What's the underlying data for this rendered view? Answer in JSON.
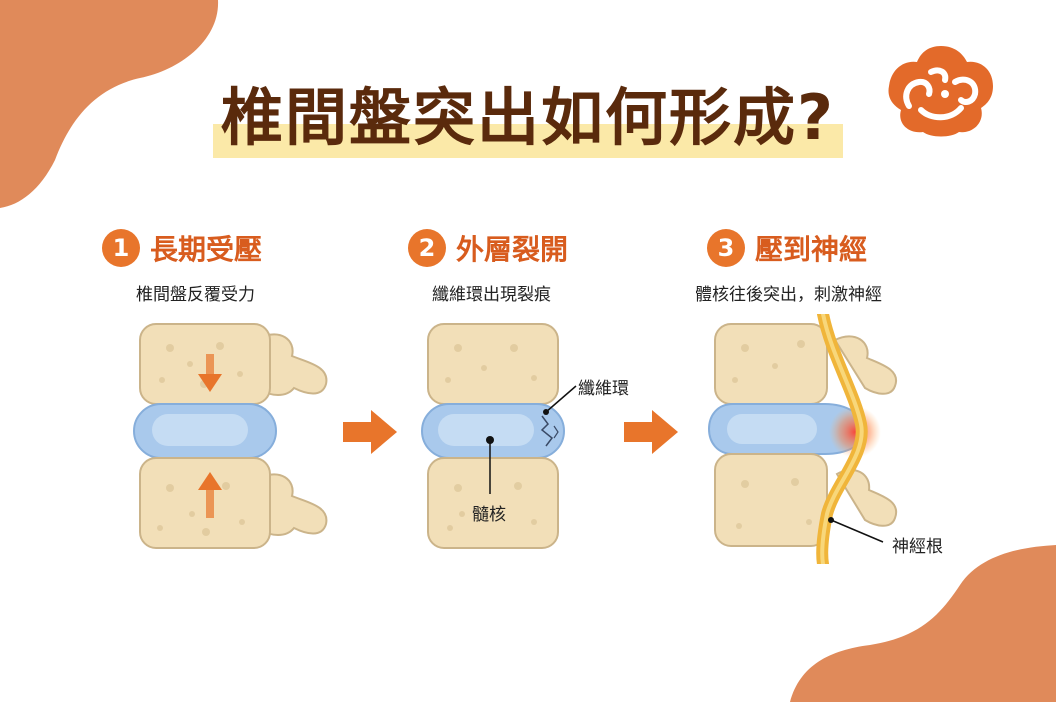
{
  "title": "椎間盤突出如何形成?",
  "steps": [
    {
      "number": "1",
      "title": "長期受壓",
      "subtitle": "椎間盤反覆受力"
    },
    {
      "number": "2",
      "title": "外層裂開",
      "subtitle": "纖維環出現裂痕"
    },
    {
      "number": "3",
      "title": "壓到神經",
      "subtitle": "體核往後突出，刺激神經"
    }
  ],
  "labels": {
    "fibrous_ring": "纖維環",
    "nucleus": "髓核",
    "nerve_root": "神經根"
  },
  "colors": {
    "accent": "#e8752b",
    "title_text": "#5a2a0c",
    "title_highlight": "#fbe9a8",
    "bone": "#f2dfb8",
    "disc": "#a9c9ec",
    "nerve": "#f0b53a",
    "deco_blob": "#e08a5a"
  },
  "icons": [
    "logo-icon",
    "down-arrow-icon",
    "up-arrow-icon",
    "right-arrow-icon"
  ]
}
